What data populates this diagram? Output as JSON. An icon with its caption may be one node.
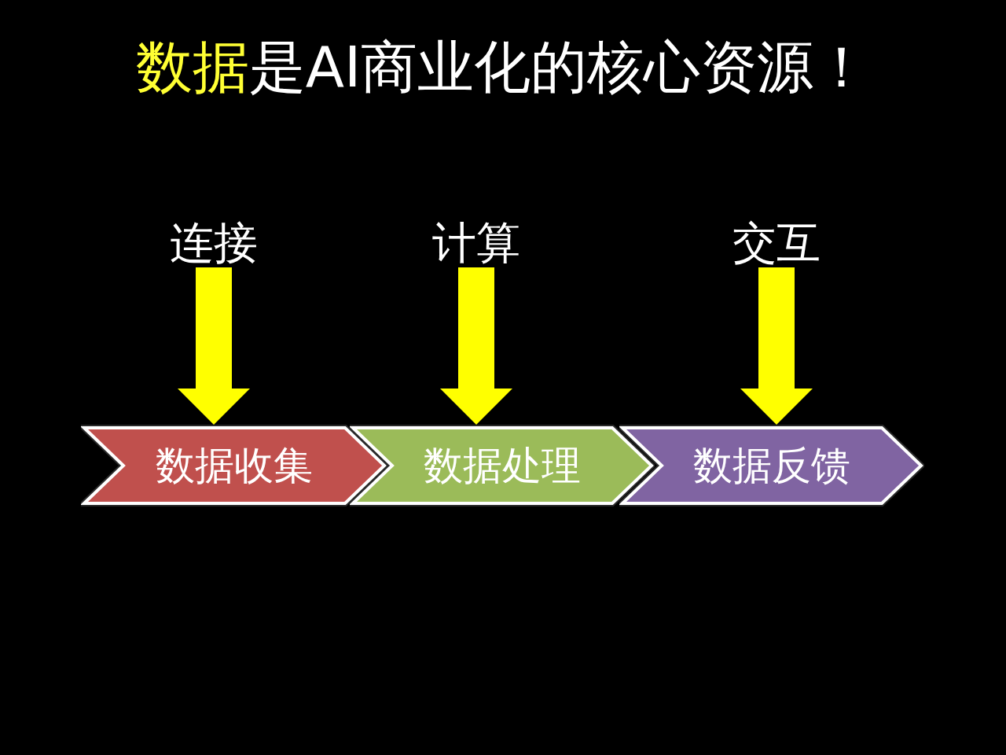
{
  "diagram": {
    "title": "**数据**是AI商业化的核心资源！",
    "nodes": [
      {
        "text": [
          "连接"
        ]
      },
      {
        "text": [
          "计算"
        ]
      },
      {
        "text": [
          "交互"
        ]
      },
      {
        "text": [
          "数据收集"
        ]
      },
      {
        "text": [
          "数据处理"
        ]
      },
      {
        "text": [
          "数据反馈"
        ]
      }
    ],
    "edges": [
      {
        "from": 0,
        "to": 3,
        "arrow": "to"
      },
      {
        "from": 1,
        "to": 4,
        "arrow": "to"
      },
      {
        "from": 2,
        "to": 5,
        "arrow": "to"
      }
    ]
  }
}
